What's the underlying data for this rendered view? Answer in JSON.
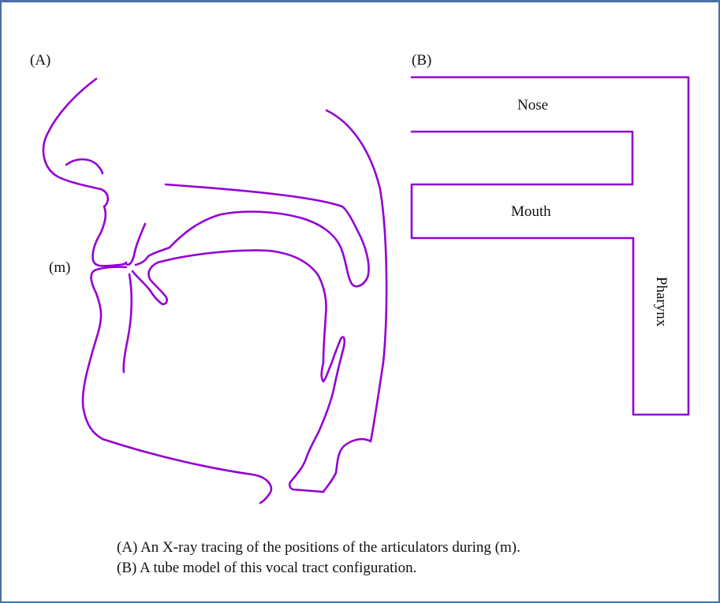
{
  "colors": {
    "trace": "#9400d3",
    "border": "#4a6fa5",
    "text": "#111111"
  },
  "panel_a": {
    "label": "(A)",
    "marker": "(m)"
  },
  "panel_b": {
    "label": "(B)",
    "tubes": {
      "nose": "Nose",
      "mouth": "Mouth",
      "pharynx": "Pharynx"
    }
  },
  "caption": {
    "line_a": "(A) An X-ray tracing of the positions of the articulators during (m).",
    "line_b": "(B) A tube model of this vocal tract configuration."
  }
}
